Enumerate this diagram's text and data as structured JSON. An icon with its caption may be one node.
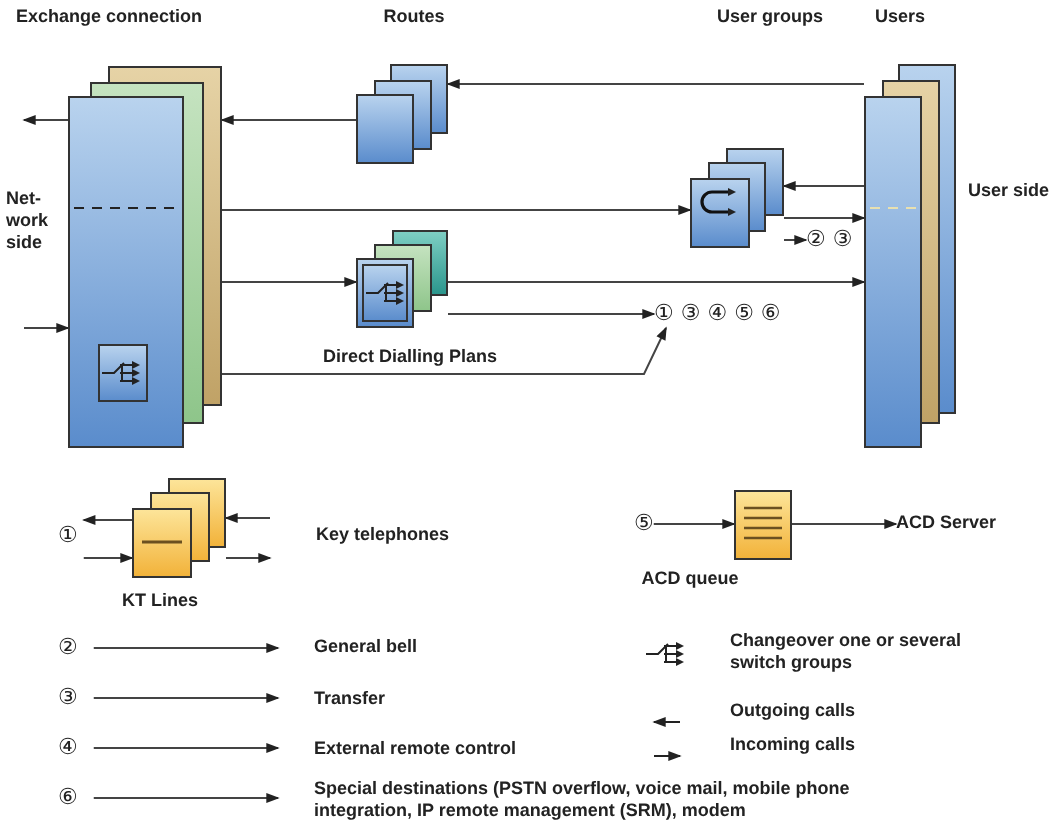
{
  "diagram": {
    "nodes": [
      {
        "text": [
          "Exchange connection"
        ],
        "beside": [
          "Net-work side"
        ]
      },
      {
        "text": [
          "Routes"
        ]
      },
      {
        "text": [],
        "shape": "box"
      },
      {
        "text": [
          "Direct Dialling Plans"
        ]
      },
      {
        "text": [
          "Users"
        ],
        "beside": [
          "User side"
        ]
      },
      {
        "text": [
          "② ③"
        ]
      },
      {
        "text": [
          "① ③ ④ ⑤ ⑥"
        ]
      },
      {
        "text": [
          "KT Lines"
        ]
      },
      {
        "text": [
          "⑤"
        ]
      },
      {
        "text": [
          "ACD queue"
        ]
      },
      {
        "text": [
          "ACD Server"
        ]
      },
      {
        "text": [
          "②"
        ]
      },
      {
        "text": [
          "General bell"
        ]
      },
      {
        "text": [
          "③"
        ]
      },
      {
        "text": [
          "Transfer"
        ]
      },
      {
        "text": [
          "④"
        ]
      },
      {
        "text": [
          "External remote control"
        ]
      },
      {
        "text": [
          "⑥"
        ]
      },
      {
        "text": [
          "Special destinations (PSTN overflow, voice mail, mobile phone integration, IP remote management (SRM), modem"
        ]
      },
      {
        "text": [
          "①"
        ]
      }
    ],
    "edges": [
      {
        "from": 4,
        "to": 1,
        "arrow": "to"
      },
      {
        "from": 1,
        "to": 0,
        "arrow": "to"
      },
      {
        "from": 0,
        "to": null,
        "arrow": "to"
      },
      {
        "from": 0,
        "to": 2,
        "arrow": "to"
      },
      {
        "from": 0,
        "to": 3,
        "arrow": "to"
      },
      {
        "from": 3,
        "to": 4,
        "arrow": "to"
      },
      {
        "from": 3,
        "to": 6,
        "arrow": "to"
      },
      {
        "from": 0,
        "to": 6,
        "arrow": "to"
      },
      {
        "from": null,
        "to": 0,
        "arrow": "to"
      },
      {
        "from": 4,
        "to": 2,
        "arrow": "to"
      },
      {
        "from": 2,
        "to": 4,
        "arrow": "to"
      },
      {
        "from": 2,
        "to": 5,
        "arrow": "to"
      },
      {
        "from": 7,
        "to": 19,
        "arrow": "to"
      },
      {
        "from": 19,
        "to": 7,
        "arrow": "to"
      },
      {
        "from": null,
        "to": 7,
        "arrow": "to"
      },
      {
        "from": 7,
        "to": null,
        "arrow": "to"
      },
      {
        "from": 8,
        "to": 9,
        "arrow": "to"
      },
      {
        "from": 9,
        "to": 10,
        "arrow": "to"
      },
      {
        "from": 11,
        "to": 12,
        "arrow": "to"
      },
      {
        "from": 13,
        "to": 14,
        "arrow": "to"
      },
      {
        "from": 15,
        "to": 16,
        "arrow": "to"
      },
      {
        "from": 17,
        "to": 18,
        "arrow": "to"
      }
    ],
    "labels": [
      "User groups",
      "Key telephones"
    ],
    "legend": [
      {
        "text": "Changeover one or several switch groups"
      },
      {
        "text": "Outgoing calls"
      },
      {
        "text": "Incoming calls"
      }
    ]
  }
}
